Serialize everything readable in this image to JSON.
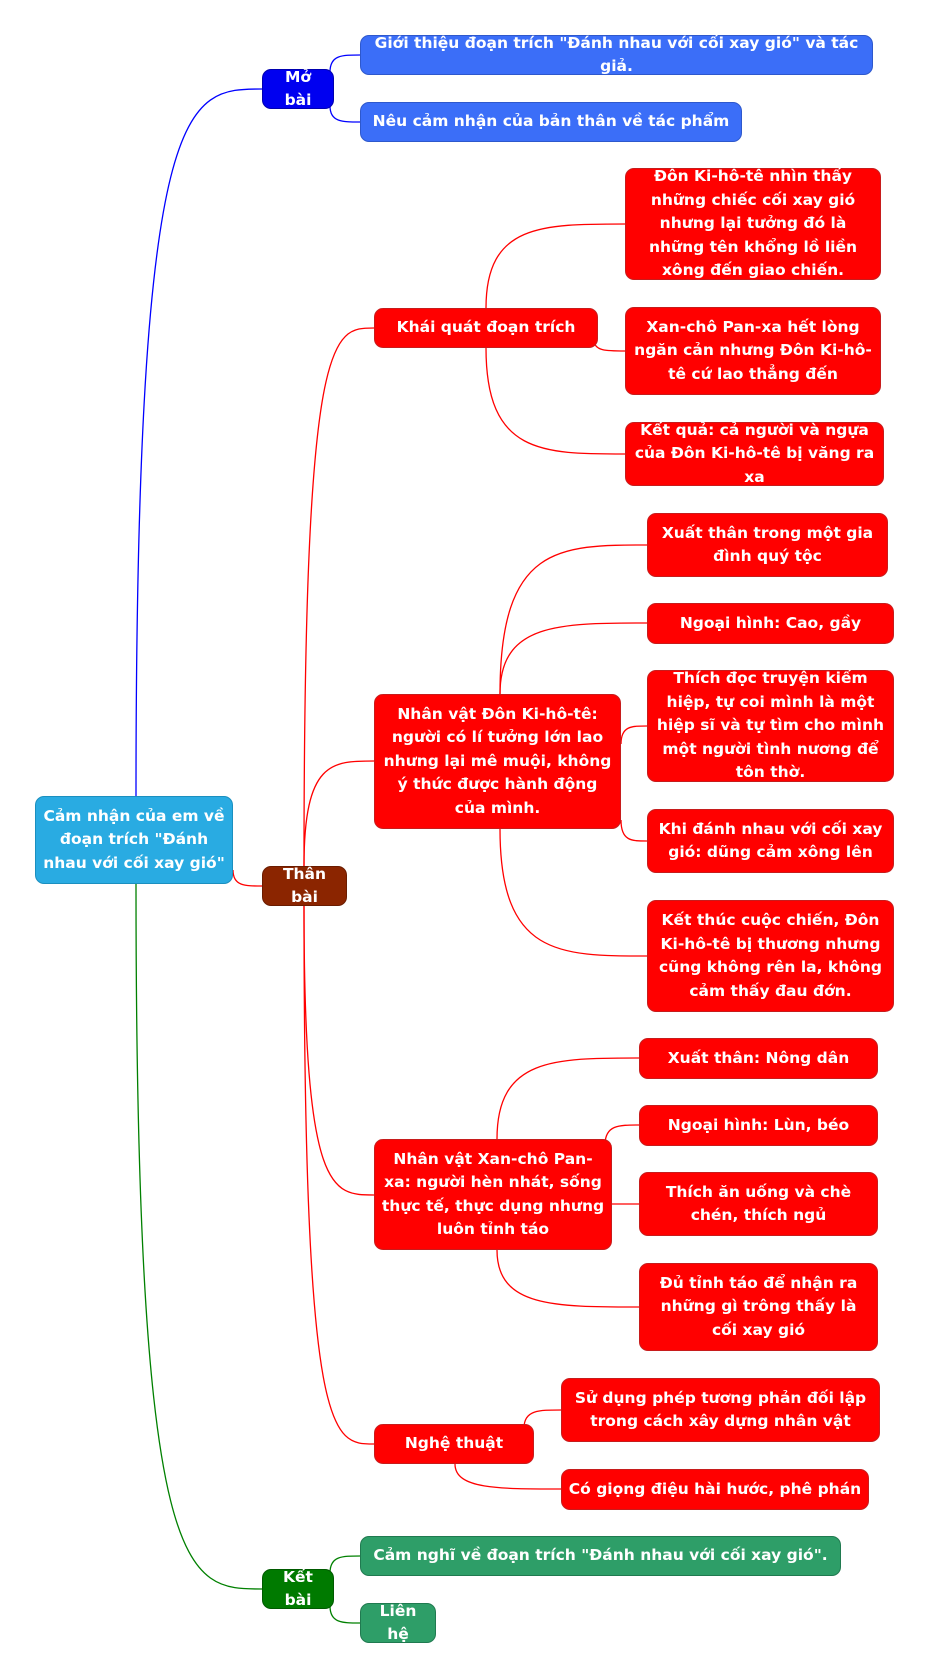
{
  "colors": {
    "root": "#29abe2",
    "intro": "#0000f0",
    "intro_child": "#3b6ef8",
    "body": "#8b2500",
    "detail": "#ff0000",
    "conclusion": "#007a00",
    "conclusion_child": "#2e9e68",
    "edge_intro": "#0000ff",
    "edge_body": "#ff0000",
    "edge_conclusion": "#008000"
  },
  "root": {
    "label": "Cảm nhận của em về đoạn trích \"Đánh nhau với cối xay gió\""
  },
  "intro": {
    "label": "Mở bài",
    "children": [
      "Giới thiệu đoạn trích \"Đánh nhau với cối xay gió\" và tác giả.",
      "Nêu cảm nhận của bản thân về tác phẩm"
    ]
  },
  "body": {
    "label": "Thân bài",
    "sections": [
      {
        "label": "Khái quát đoạn trích",
        "children": [
          "Đôn Ki-hô-tê nhìn thấy những chiếc cối xay gió nhưng lại tưởng đó là những tên khổng lồ liền xông đến giao chiến.",
          "Xan-chô Pan-xa hết lòng ngăn cản nhưng Đôn Ki-hô-tê cứ lao thẳng đến",
          "Kết quả: cả người và ngựa của Đôn Ki-hô-tê bị văng ra xa"
        ]
      },
      {
        "label": "Nhân vật Đôn Ki-hô-tê: người có lí tưởng lớn lao nhưng lại mê muội, không ý thức được hành động của mình.",
        "children": [
          "Xuất thân trong một gia đình quý tộc",
          "Ngoại hình: Cao, gầy",
          "Thích đọc truyện kiếm hiệp, tự coi mình là một hiệp sĩ và tự tìm cho mình một người tình nương để tôn thờ.",
          "Khi đánh nhau với cối xay gió: dũng cảm xông lên",
          "Kết thúc cuộc chiến, Đôn Ki-hô-tê bị thương nhưng cũng không rên la, không cảm thấy đau đớn."
        ]
      },
      {
        "label": "Nhân vật Xan-chô Pan-xa: người hèn nhát, sống thực tế, thực dụng nhưng luôn tỉnh táo",
        "children": [
          "Xuất thân: Nông dân",
          "Ngoại hình: Lùn, béo",
          "Thích ăn uống và chè chén, thích ngủ",
          "Đủ tỉnh táo để nhận ra những gì trông thấy là cối xay gió"
        ]
      },
      {
        "label": "Nghệ thuật",
        "children": [
          "Sử dụng phép tương phản đối lập trong cách xây dựng nhân vật",
          "Có giọng điệu hài hước, phê phán"
        ]
      }
    ]
  },
  "conclusion": {
    "label": "Kết bài",
    "children": [
      "Cảm nghĩ về đoạn trích \"Đánh nhau với cối xay gió\".",
      "Liên hệ"
    ]
  }
}
